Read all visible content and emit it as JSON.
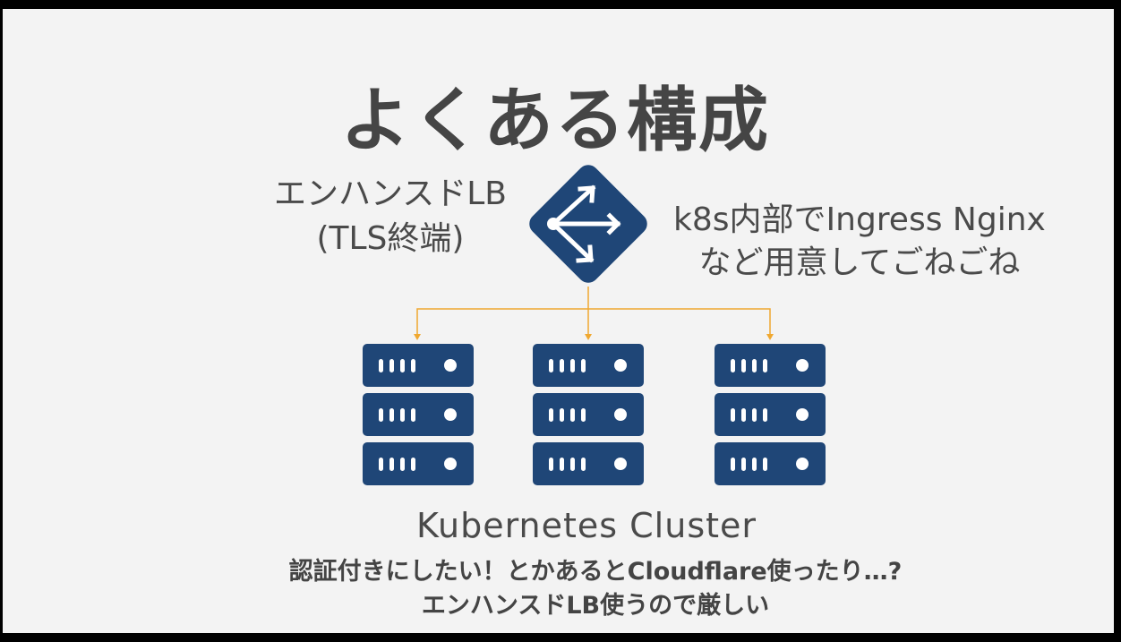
{
  "title": "よくある構成",
  "lb_label": {
    "line1": "エンハンスドLB",
    "line2": "(TLS終端)"
  },
  "k8s_label": {
    "line1": "k8s内部でIngress Nginx",
    "line2": "など用意してごねごね"
  },
  "cluster_label": "Kubernetes Cluster",
  "note": {
    "line1": "認証付きにしたい！とかあるとCloudflare使ったり…?",
    "line2": "エンハンスドLB使うので厳しい"
  },
  "colors": {
    "icon": "#1f4677",
    "connector": "#f0a830",
    "background": "#f3f3f3",
    "text": "#4a4a4a"
  },
  "icons": {
    "load_balancer": "load-balancer-icon",
    "server": "server-rack-icon"
  }
}
